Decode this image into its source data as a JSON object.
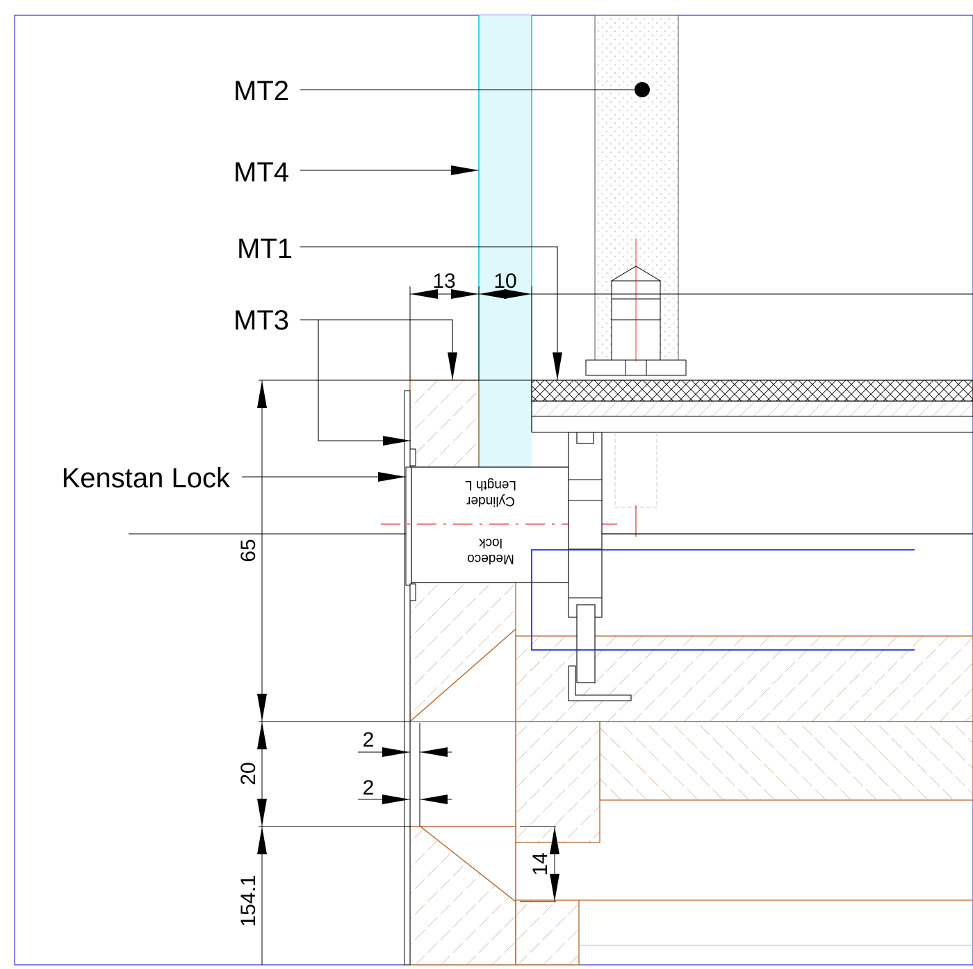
{
  "callouts": {
    "mt2": "MT2",
    "mt4": "MT4",
    "mt1": "MT1",
    "mt3": "MT3",
    "kenstan": "Kenstan Lock"
  },
  "dimensions": {
    "d13": "13",
    "d10": "10",
    "d65": "65",
    "d20": "20",
    "d2a": "2",
    "d2b": "2",
    "d14": "14",
    "d154": "154.1"
  },
  "lock_text": {
    "line1": "Cylinder",
    "line2": "Length L",
    "line3": "Medeco",
    "line4": "lock"
  },
  "colors": {
    "frame": "#3333cc",
    "glass": "#00c8e0",
    "glass_fill": "#dff8fb",
    "timber": "#b5652b",
    "hatch": "#c8916a",
    "centerline": "#e00000",
    "blue_outline": "#2233dd",
    "grey_hatch": "#9a9a9a"
  }
}
